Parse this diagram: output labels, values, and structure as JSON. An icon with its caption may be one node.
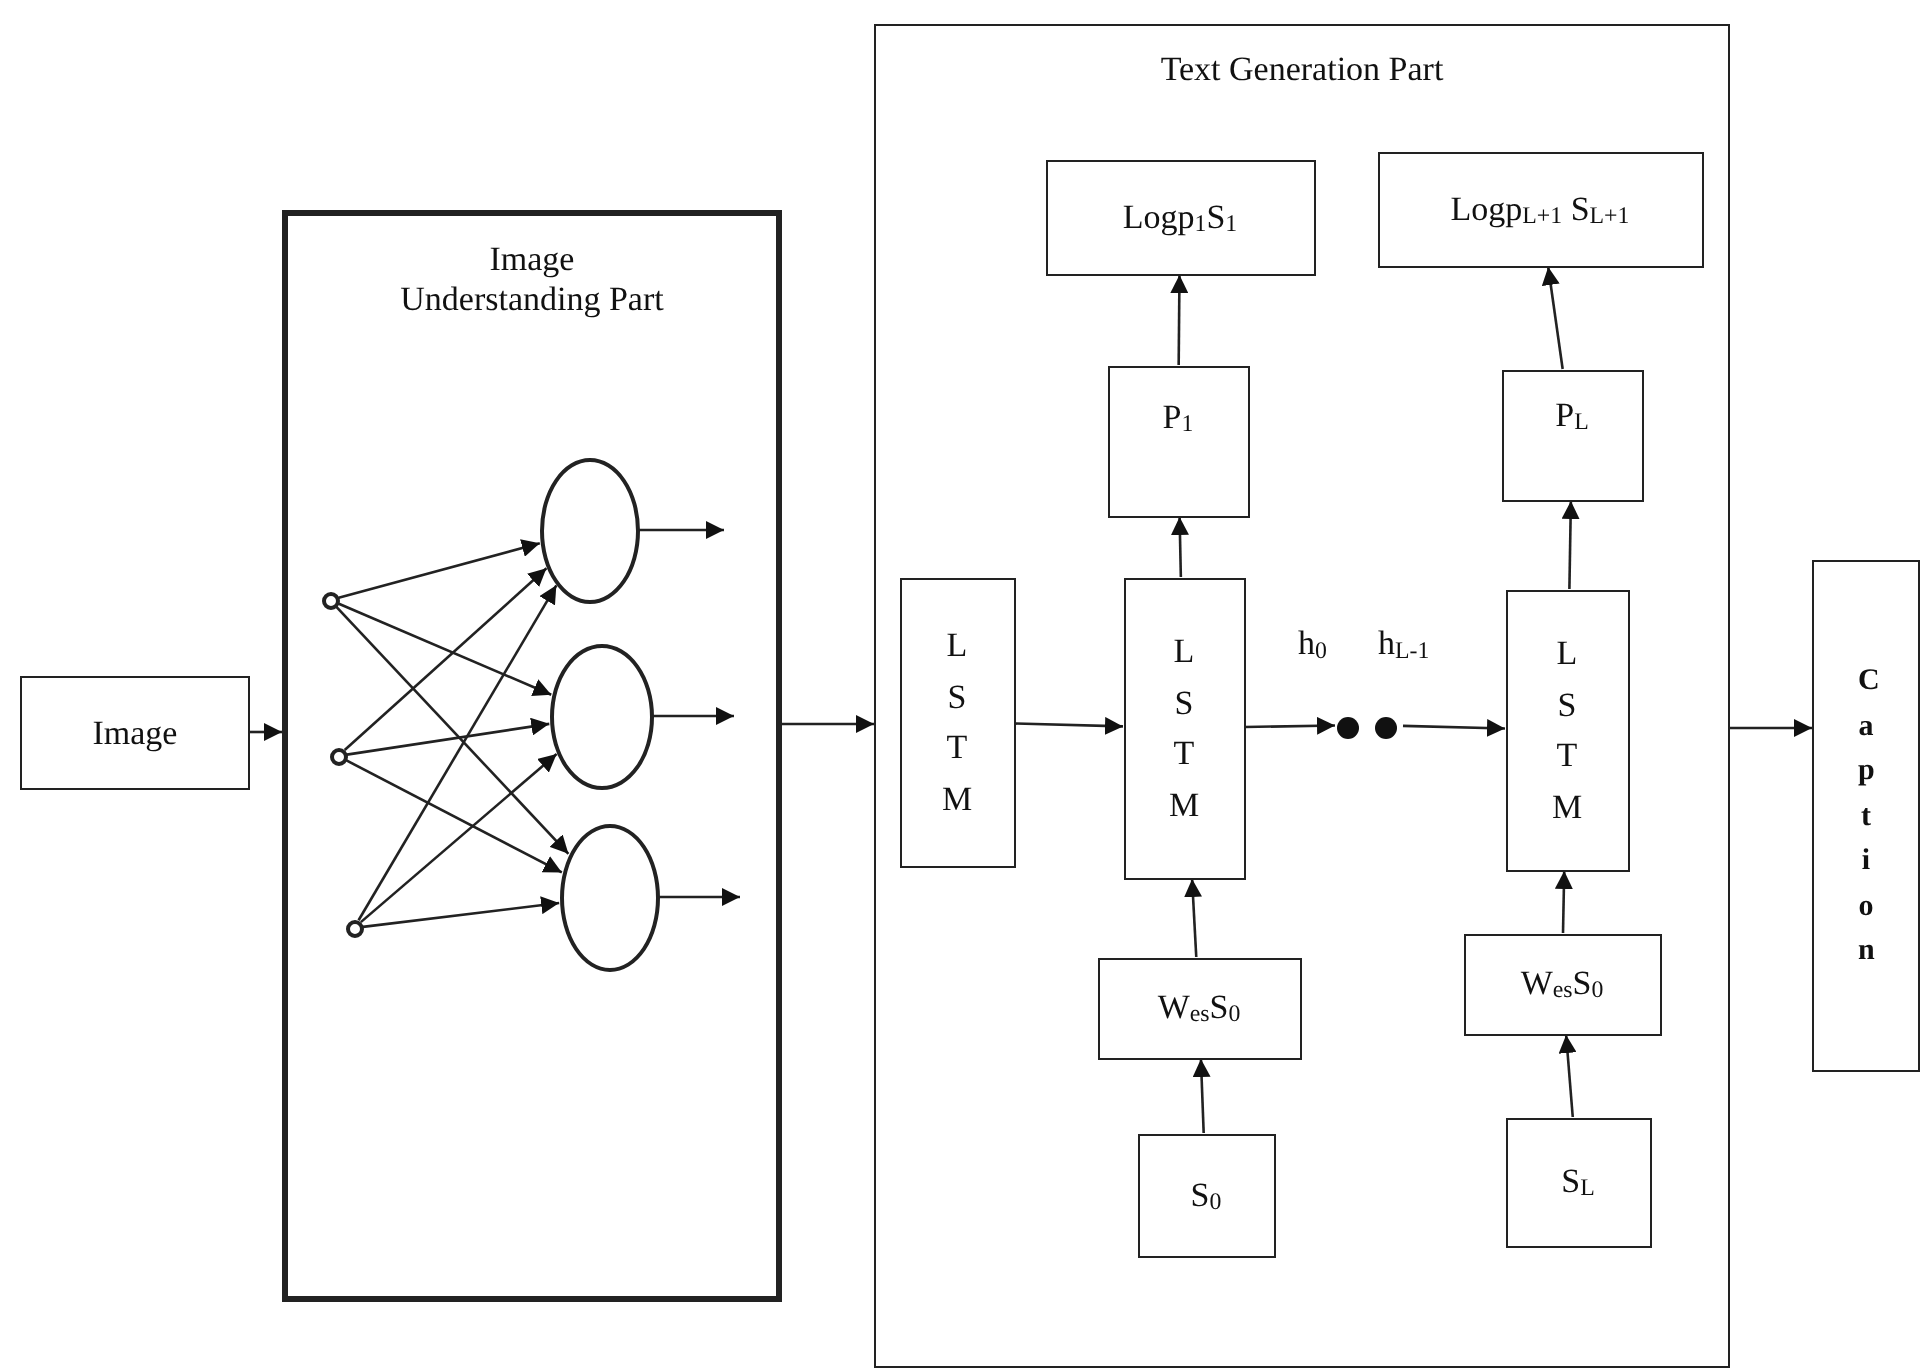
{
  "diagram": {
    "nodes": [
      {
        "text": [
          "Image"
        ]
      },
      {
        "text": [
          "Image Understanding Part"
        ]
      },
      {
        "text": [],
        "shape": "circle",
        "in": 1
      },
      {
        "text": [],
        "shape": "circle",
        "in": 1
      },
      {
        "text": [],
        "shape": "circle",
        "in": 1
      },
      {
        "text": [],
        "shape": "circle",
        "in": 1
      },
      {
        "text": [],
        "shape": "circle",
        "in": 1
      },
      {
        "text": [],
        "shape": "circle",
        "in": 1
      },
      {
        "text": [
          "Text Generation Part"
        ]
      },
      {
        "text": [
          "Logp$_{1}$S$_{1}$"
        ],
        "in": 8
      },
      {
        "text": [
          "Logp$_{L+1}$ S$_{L+1}$"
        ],
        "in": 8
      },
      {
        "text": [
          "P$_{1}$"
        ],
        "in": 8
      },
      {
        "text": [
          "P$_{L}$"
        ],
        "in": 8
      },
      {
        "text": [
          "LSTM"
        ],
        "in": 8
      },
      {
        "text": [
          "LSTM"
        ],
        "in": 8
      },
      {
        "text": [
          "LSTM"
        ],
        "in": 8
      },
      {
        "text": [
          "W$_{es}$S$_{0}$"
        ],
        "in": 8
      },
      {
        "text": [
          "W$_{es}$S$_{0}$"
        ],
        "in": 8
      },
      {
        "text": [
          "S$_{0}$"
        ],
        "in": 8
      },
      {
        "text": [
          "S$_{L}$"
        ],
        "in": 8
      },
      {
        "text": [
          "Caption"
        ]
      },
      {
        "text": [],
        "shape": "circle",
        "in": 8
      }
    ],
    "edges": [
      {
        "from": 0,
        "to": 1,
        "arrow": "to"
      },
      {
        "from": 2,
        "to": 5,
        "arrow": "to"
      },
      {
        "from": 2,
        "to": 6,
        "arrow": "to"
      },
      {
        "from": 2,
        "to": 7,
        "arrow": "to"
      },
      {
        "from": 3,
        "to": 5,
        "arrow": "to"
      },
      {
        "from": 3,
        "to": 6,
        "arrow": "to"
      },
      {
        "from": 3,
        "to": 7,
        "arrow": "to"
      },
      {
        "from": 4,
        "to": 5,
        "arrow": "to"
      },
      {
        "from": 4,
        "to": 6,
        "arrow": "to"
      },
      {
        "from": 4,
        "to": 7,
        "arrow": "to"
      },
      {
        "from": 5,
        "to": null,
        "arrow": "to"
      },
      {
        "from": 6,
        "to": null,
        "arrow": "to"
      },
      {
        "from": 7,
        "to": null,
        "arrow": "to"
      },
      {
        "from": 1,
        "to": 8,
        "arrow": "to"
      },
      {
        "from": 13,
        "to": 14,
        "arrow": "to"
      },
      {
        "from": 14,
        "to": 21,
        "arrow": "to"
      },
      {
        "from": 21,
        "to": 15,
        "arrow": "to"
      },
      {
        "from": 14,
        "to": 11,
        "arrow": "to"
      },
      {
        "from": 11,
        "to": 9,
        "arrow": "to"
      },
      {
        "from": 15,
        "to": 12,
        "arrow": "to"
      },
      {
        "from": 12,
        "to": 10,
        "arrow": "to"
      },
      {
        "from": 16,
        "to": 14,
        "arrow": "to"
      },
      {
        "from": 18,
        "to": 16,
        "arrow": "to"
      },
      {
        "from": 17,
        "to": 15,
        "arrow": "to"
      },
      {
        "from": 19,
        "to": 17,
        "arrow": "to"
      },
      {
        "from": 8,
        "to": 20,
        "arrow": "to"
      }
    ],
    "labels": [
      "h$_{0}$",
      "h$_{L-1}$"
    ]
  }
}
